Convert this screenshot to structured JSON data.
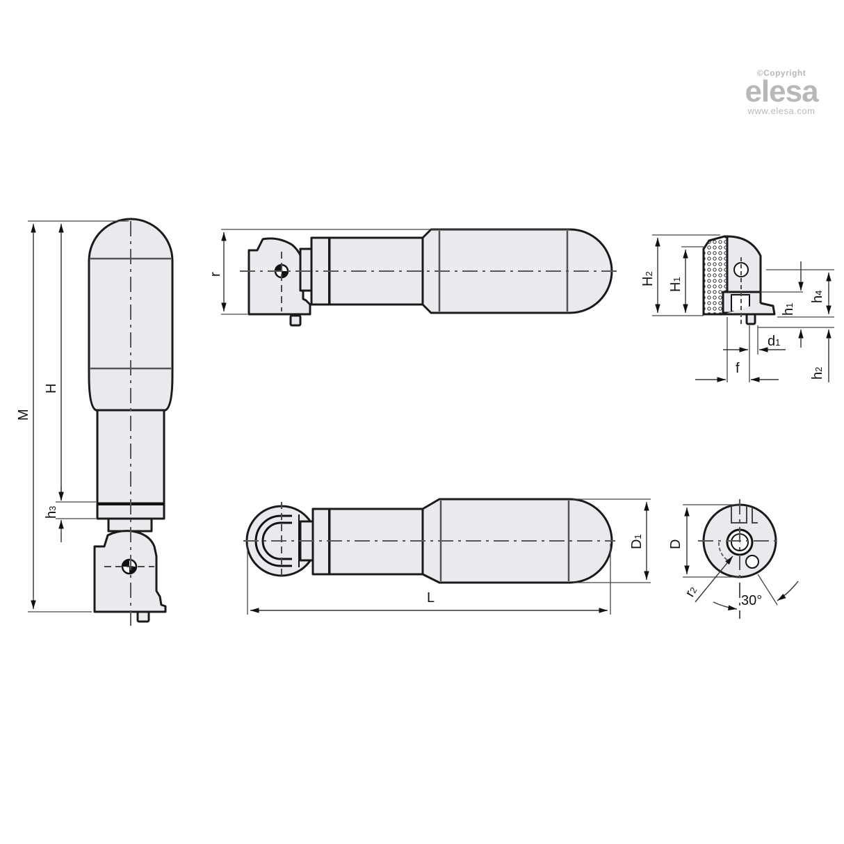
{
  "logo": {
    "copyright": "©Copyright",
    "brand": "elesa",
    "url": "www.elesa.com",
    "color": "#b8b8b8"
  },
  "views": {
    "side_vertical": {
      "labels": {
        "M": "M",
        "H": "H",
        "h3": "h",
        "h3_sub": "3"
      }
    },
    "top_horizontal": {
      "labels": {
        "r": "r"
      }
    },
    "section_detail": {
      "labels": {
        "H2": "H",
        "H2_sub": "2",
        "H1": "H",
        "H1_sub": "1",
        "h1": "h",
        "h1_sub": "1",
        "h4": "h",
        "h4_sub": "4",
        "h2": "h",
        "h2_sub": "2",
        "d1": "d",
        "d1_sub": "1",
        "f": "f"
      }
    },
    "bottom_horizontal": {
      "labels": {
        "L": "L",
        "D1": "D",
        "D1_sub": "1"
      }
    },
    "end_view": {
      "labels": {
        "D": "D",
        "r2": "r",
        "r2_sub": "2",
        "angle": "30°"
      }
    }
  },
  "colors": {
    "part_fill": "#e9e9ee",
    "outline": "#1a1a1a",
    "background": "#ffffff"
  }
}
